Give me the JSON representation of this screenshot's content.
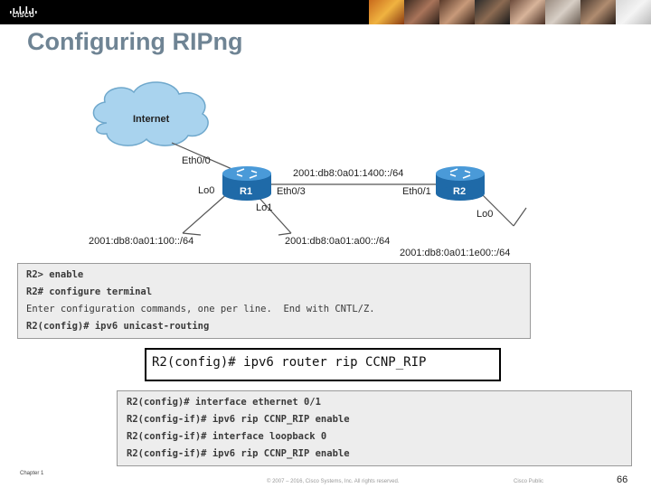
{
  "header": {
    "logo_text": "CISCO"
  },
  "title": "Configuring RIPng",
  "topology": {
    "cloud_label": "Internet",
    "r1_label": "R1",
    "r2_label": "R2",
    "eth00": "Eth0/0",
    "r1_lo0": "Lo0",
    "r1_eth03": "Eth0/3",
    "r1_lo1": "Lo1",
    "r2_eth01": "Eth0/1",
    "r2_lo0": "Lo0",
    "link_prefix": "2001:db8:0a01:1400::/64",
    "r1_lo0_prefix": "2001:db8:0a01:100::/64",
    "r1_lo1_prefix": "2001:db8:0a01:a00::/64",
    "r2_lo0_prefix": "2001:db8:0a01:1e00::/64"
  },
  "cli_block1": {
    "lines": [
      "R2> enable",
      "R2# configure terminal",
      "Enter configuration commands, one per line.  End with CNTL/Z.",
      "R2(config)# ipv6 unicast-routing"
    ]
  },
  "command_box": "R2(config)# ipv6 router rip CCNP_RIP",
  "cli_block2": {
    "lines": [
      "R2(config)# interface ethernet 0/1",
      "R2(config-if)# ipv6 rip CCNP_RIP enable",
      "R2(config-if)# interface loopback 0",
      "R2(config-if)# ipv6 rip CCNP_RIP enable"
    ]
  },
  "footer": {
    "chapter": "Chapter 1",
    "copyright": "© 2007 – 2016, Cisco Systems, Inc. All rights reserved.",
    "classification": "Cisco Public",
    "page": "66"
  },
  "colors": {
    "title": "#6f8494",
    "router": "#2a78b8",
    "cloud": "#a9d3ee",
    "cli_bg": "#ededed"
  }
}
